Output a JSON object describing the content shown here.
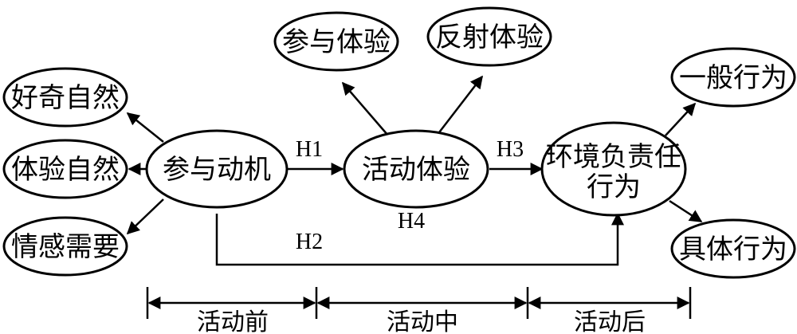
{
  "nodes": {
    "curiosity": "好奇自然",
    "experience_nature": "体验自然",
    "emotional_need": "情感需要",
    "motivation": "参与动机",
    "activity_experience": "活动体验",
    "participation_experience": "参与体验",
    "reflective_experience": "反射体验",
    "behavior_line1": "环境负责任",
    "behavior_line2": "行为",
    "general_behavior": "一般行为",
    "specific_behavior": "具体行为"
  },
  "hypotheses": {
    "h1": "H1",
    "h2": "H2",
    "h3": "H3",
    "h4": "H4"
  },
  "phases": {
    "before": "活动前",
    "during": "活动中",
    "after": "活动后"
  }
}
